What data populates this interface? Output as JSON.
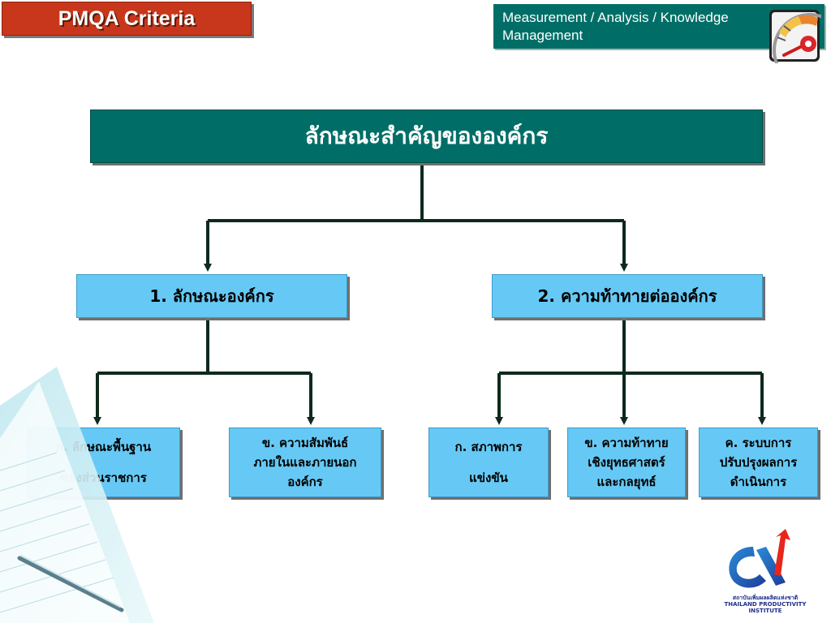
{
  "header": {
    "badge_title": "PMQA Criteria",
    "section_title": "Measurement / Analysis / Knowledge Management"
  },
  "org_chart": {
    "root": "ลักษณะสำคัญขององค์กร",
    "branches": [
      {
        "label": "1. ลักษณะองค์กร",
        "children": [
          [
            "ก. ลักษณะพื้นฐาน",
            "ของส่วนราชการ"
          ],
          [
            "ข. ความสัมพันธ์",
            "ภายในและภายนอก",
            "องค์กร"
          ]
        ]
      },
      {
        "label": "2. ความท้าทายต่อองค์กร",
        "children": [
          [
            "ก. สภาพการ",
            "แข่งขัน"
          ],
          [
            "ข. ความท้าทาย",
            "เชิงยุทธศาสตร์",
            "และกลยุทธ์"
          ],
          [
            "ค. ระบบการ",
            "ปรับปรุงผลการ",
            "ดำเนินการ"
          ]
        ]
      }
    ]
  },
  "logo": {
    "name_th": "สถาบันเพิ่มผลผลิตแห่งชาติ",
    "name_en": "THAILAND PRODUCTIVITY INSTITUTE"
  },
  "icons": {
    "gauge": "speedometer-gauge-icon",
    "notebook": "notebook-pen-decoration",
    "logo": "tpi-logo-icon"
  },
  "colors": {
    "badge": "#c8371b",
    "root": "#006e67",
    "node": "#66c9f5",
    "connector": "#0d2a1c"
  }
}
